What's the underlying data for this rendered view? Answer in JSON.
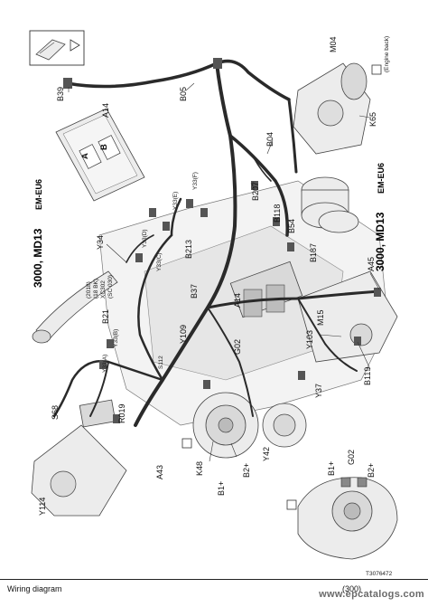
{
  "title": {
    "model_top": "3000, MD13",
    "variant_top": "EM-EU6",
    "model_right": "3000, MD13",
    "variant_right": "EM-EU6"
  },
  "notes": {
    "harness_codes": [
      "(2018)",
      "(18 BK)",
      "XC302",
      "(SC 030)"
    ],
    "engine_back": "(Engine back)"
  },
  "components": {
    "B39": "B39",
    "A14_top": "A14",
    "B05": "B05",
    "M04": "M04",
    "K65": "K65",
    "B04": "B04",
    "B207": "B207",
    "B118": "B118",
    "B54": "B54",
    "B213": "B213",
    "B187": "B187",
    "A45": "A45",
    "Y34": "Y34",
    "Y33E": "Y33(E)",
    "Y33F": "Y33(F)",
    "Y33D": "Y33(D)",
    "Y33C": "Y33(C)",
    "Y33B": "Y33(B)",
    "Y33A": "Y33(A)",
    "B37": "B37",
    "A14_mid": "A14",
    "Y109": "Y109",
    "G02_mid": "G02",
    "Y103": "Y103",
    "M15": "M15",
    "B119": "B119",
    "Y37": "Y37",
    "B21": "B21",
    "S112": "S112",
    "S68": "S68",
    "R019": "R019",
    "A43": "A43",
    "K48": "K48",
    "B1plus_mid": "B1+",
    "B2plus_mid": "B2+",
    "Y42": "Y42",
    "Y114": "Y114",
    "B1plus_low": "B1+",
    "G02_low": "G02",
    "B2plus_low": "B2+"
  },
  "ecu": {
    "slot_a": "A",
    "slot_b": "B"
  },
  "footer": {
    "left": "Wiring diagram",
    "right": "(300)",
    "figure_ref": "T3076472",
    "watermark": "www.epcatalogs.com"
  },
  "colors": {
    "ink": "#111111",
    "harness": "#2a2a2a",
    "part_fill": "#ececec",
    "watermark": "#6a6a6a"
  }
}
